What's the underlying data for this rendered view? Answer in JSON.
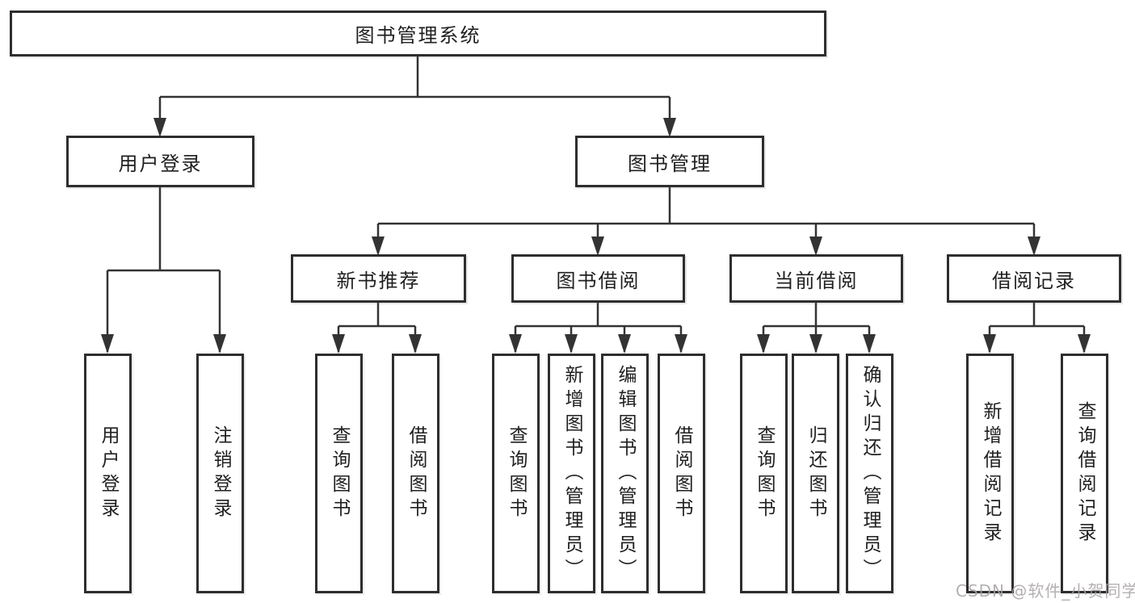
{
  "diagram": {
    "root": {
      "label": "图书管理系统"
    },
    "branches": [
      {
        "label": "用户登录",
        "children": [
          {
            "label": "用户登录"
          },
          {
            "label": "注销登录"
          }
        ]
      },
      {
        "label": "图书管理",
        "children": [
          {
            "label": "新书推荐",
            "children": [
              {
                "label": "查询图书"
              },
              {
                "label": "借阅图书"
              }
            ]
          },
          {
            "label": "图书借阅",
            "children": [
              {
                "label": "查询图书"
              },
              {
                "label": "新增图书（管理员）"
              },
              {
                "label": "编辑图书（管理员）"
              },
              {
                "label": "借阅图书"
              }
            ]
          },
          {
            "label": "当前借阅",
            "children": [
              {
                "label": "查询图书"
              },
              {
                "label": "归还图书"
              },
              {
                "label": "确认归还（管理员）"
              }
            ]
          },
          {
            "label": "借阅记录",
            "children": [
              {
                "label": "新增借阅记录"
              },
              {
                "label": "查询借阅记录"
              }
            ]
          }
        ]
      }
    ]
  },
  "watermark": {
    "text": "CSDN @软件_小贺同学"
  },
  "colors": {
    "line": "#333333",
    "box_border": "#2e2e2e",
    "text": "#1f1f1f",
    "watermark": "#a8a2a2",
    "background": "#ffffff"
  }
}
